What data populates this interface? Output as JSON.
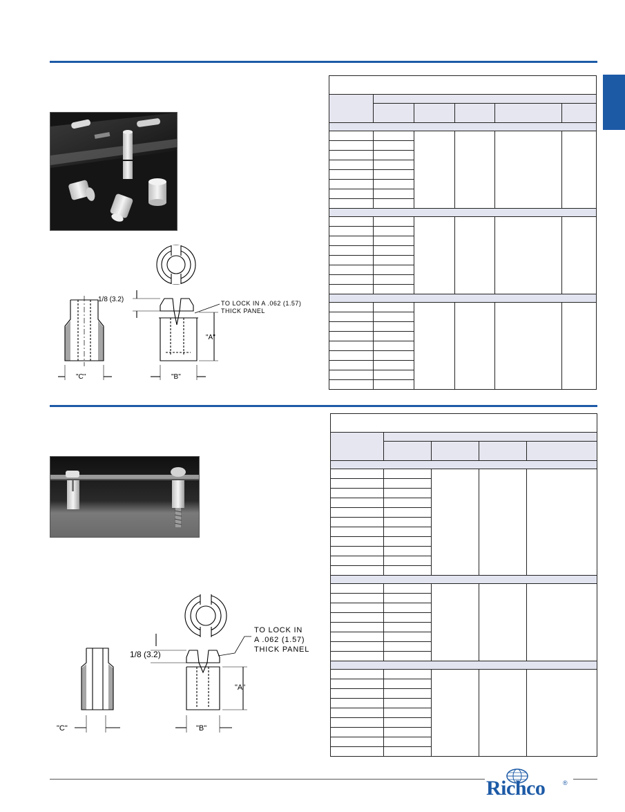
{
  "brand": {
    "name": "Richco",
    "trademark": "®",
    "accent_color": "#1d5aa6"
  },
  "sections": [
    {
      "id": "upper",
      "drawing_labels": {
        "dim_c": "\"C\"",
        "dim_b": "\"B\"",
        "dim_a": "\"A\"",
        "dim_notch": "1/8 (3.2)",
        "note_line1": "TO LOCK IN A .062 (1.57)",
        "note_line2": "THICK PANEL"
      }
    },
    {
      "id": "lower",
      "drawing_labels": {
        "dim_c": "\"C\"",
        "dim_b": "\"B\"",
        "dim_a": "\"A\"",
        "dim_notch": "1/8  (3.2)",
        "note_line1": "TO LOCK IN",
        "note_line2": "A .062 (1.57)",
        "note_line3": "THICK PANEL"
      }
    }
  ]
}
